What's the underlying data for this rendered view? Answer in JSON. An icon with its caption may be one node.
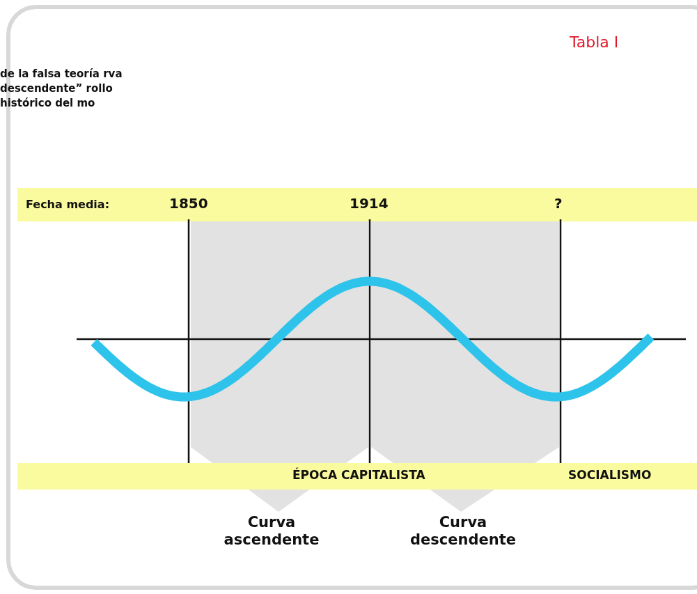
{
  "diagram": {
    "title": "Tabla I",
    "labels": [
      "de la falsa teoría rva descendente” rollo histórico del mo",
      "Fecha media:",
      "1850",
      "1914",
      "?",
      "ÉPOCA CAPITALISTA",
      "SOCIALISMO",
      "Curva ascendente",
      "Curva descendente"
    ]
  }
}
